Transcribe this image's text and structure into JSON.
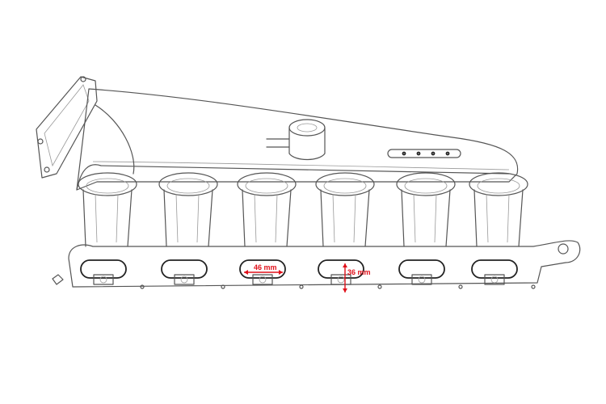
{
  "diagram": {
    "subject": "intake-manifold",
    "runner_count": 6,
    "annotations": [
      {
        "label": "46 mm",
        "type": "port-width"
      },
      {
        "label": "36 mm",
        "type": "port-height"
      }
    ],
    "colors": {
      "line": "#555555",
      "dimension": "#e0101a"
    }
  }
}
